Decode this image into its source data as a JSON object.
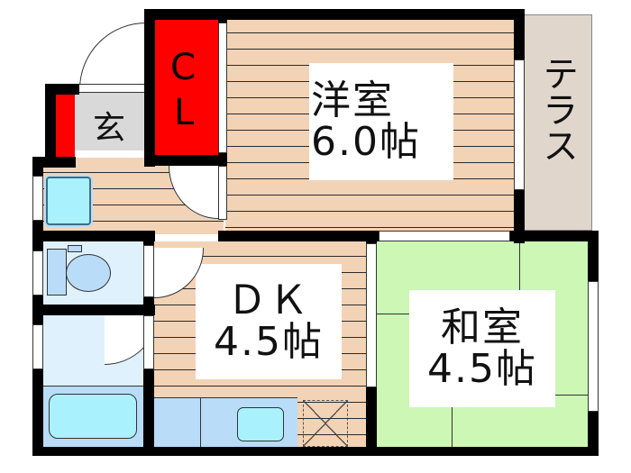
{
  "floorplan": {
    "rooms": {
      "western_room": {
        "name": "洋室",
        "size": "6.0帖",
        "color": "#f2d3b6"
      },
      "japanese_room": {
        "name": "和室",
        "size": "4.5帖",
        "color": "#ccf7b4"
      },
      "dk": {
        "name": "ＤＫ",
        "size": "4.5帖",
        "color": "#f2d3b6"
      },
      "closet": {
        "name": "ＣＬ",
        "line1": "C",
        "line2": "L",
        "color": "#ff0000"
      },
      "entrance": {
        "name": "玄",
        "color": "#d9d9d9"
      },
      "terrace": {
        "name": "テラス",
        "color": "#e0d6cc"
      },
      "toilet": {
        "color": "#dff1fc"
      },
      "bath": {
        "color": "#dff1fc"
      }
    },
    "colors": {
      "wall": "#000000",
      "fixture_blue": "#b9dcf8",
      "fixture_cyan": "#a9f1fd",
      "tatami": "#ccf7b4"
    }
  }
}
